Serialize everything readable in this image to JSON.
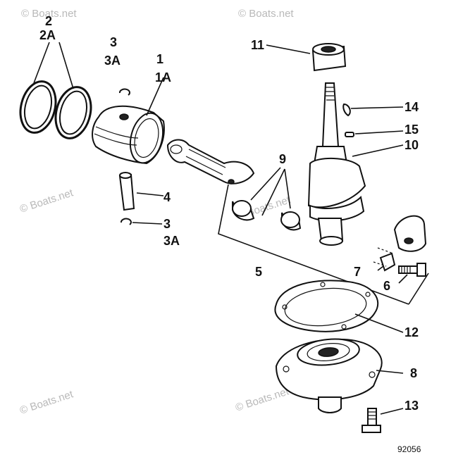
{
  "watermark": "© Boats.net",
  "figure_number": "92056",
  "callouts": [
    {
      "id": "c2",
      "text": "2"
    },
    {
      "id": "c2a",
      "text": "2A"
    },
    {
      "id": "c3top",
      "text": "3"
    },
    {
      "id": "c3atop",
      "text": "3A"
    },
    {
      "id": "c1",
      "text": "1"
    },
    {
      "id": "c1a",
      "text": "1A"
    },
    {
      "id": "c11",
      "text": "11"
    },
    {
      "id": "c14",
      "text": "14"
    },
    {
      "id": "c15",
      "text": "15"
    },
    {
      "id": "c10",
      "text": "10"
    },
    {
      "id": "c9",
      "text": "9"
    },
    {
      "id": "c4",
      "text": "4"
    },
    {
      "id": "c3bot",
      "text": "3"
    },
    {
      "id": "c3abot",
      "text": "3A"
    },
    {
      "id": "c5",
      "text": "5"
    },
    {
      "id": "c7",
      "text": "7"
    },
    {
      "id": "c6",
      "text": "6"
    },
    {
      "id": "c12",
      "text": "12"
    },
    {
      "id": "c8",
      "text": "8"
    },
    {
      "id": "c13",
      "text": "13"
    }
  ]
}
